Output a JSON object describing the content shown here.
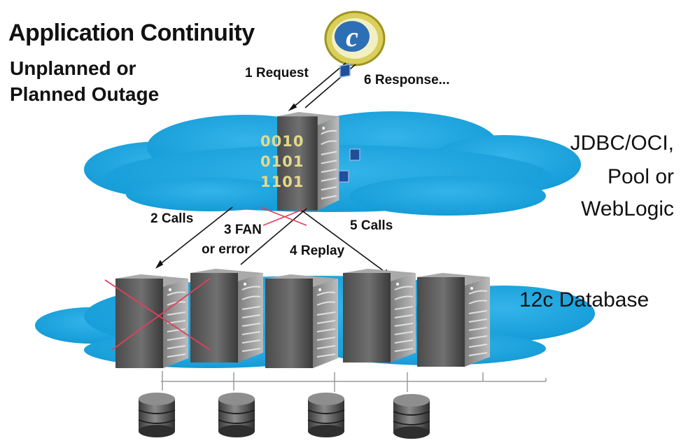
{
  "title": "Application Continuity",
  "subtitle_line1": "Unplanned or",
  "subtitle_line2": "Planned Outage",
  "client_icon_letter": "c",
  "steps": {
    "request": "1 Request",
    "response": "6 Response...",
    "calls_2": "2 Calls",
    "fan_line1": "3 FAN",
    "fan_line2": "or error",
    "replay": "4 Replay",
    "calls_5": "5 Calls"
  },
  "middle_tier": {
    "line1": "JDBC/OCI,",
    "line2": "Pool or",
    "line3": "WebLogic"
  },
  "database_label": "12c Database",
  "binary_lines": [
    "0010",
    "0101",
    "1101"
  ],
  "db_servers": 5,
  "storage_disks": 4,
  "colors": {
    "cloud": "#1aa3dc",
    "cloud_light": "#4fc1ec",
    "server_dark": "#3d3d3d",
    "server_light": "#8c8c8c",
    "failure_cross": "#e0405a",
    "disk": "#4a4a4a"
  }
}
